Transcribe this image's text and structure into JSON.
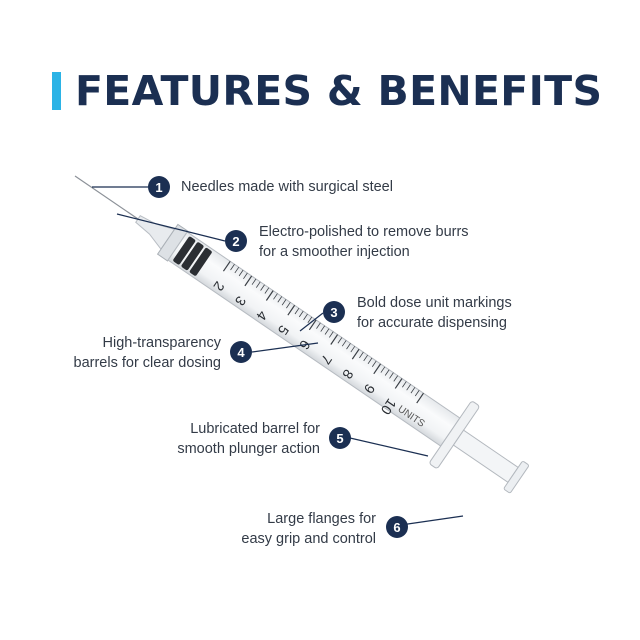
{
  "header": {
    "title": "FEATURES & BENEFITS",
    "accent_color": "#2bb3e6",
    "title_color": "#1b2f52"
  },
  "scale": {
    "marks": [
      "2",
      "3",
      "4",
      "5",
      "6",
      "7",
      "8",
      "9",
      "10"
    ],
    "unit": "UNITS"
  },
  "callouts": [
    {
      "num": "1",
      "lines": [
        "Needles made with surgical steel"
      ]
    },
    {
      "num": "2",
      "lines": [
        "Electro-polished to remove burrs",
        "for a smoother injection"
      ]
    },
    {
      "num": "3",
      "lines": [
        "Bold dose unit markings",
        "for accurate dispensing"
      ]
    },
    {
      "num": "4",
      "lines": [
        "High-transparency",
        "barrels for clear dosing"
      ]
    },
    {
      "num": "5",
      "lines": [
        "Lubricated barrel for",
        "smooth plunger action"
      ]
    },
    {
      "num": "6",
      "lines": [
        "Large flanges for",
        "easy grip and control"
      ]
    }
  ]
}
